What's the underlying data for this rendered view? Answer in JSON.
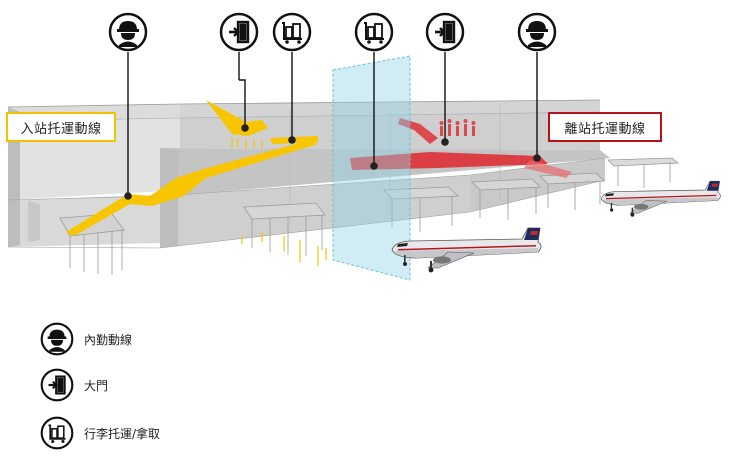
{
  "labels": {
    "arrival_flow": "入站托運動線",
    "departure_flow": "離站托運動線"
  },
  "top_icons": [
    {
      "icon": "worker-helmet-icon"
    },
    {
      "icon": "door-enter-icon"
    },
    {
      "icon": "luggage-cart-icon"
    },
    {
      "icon": "luggage-cart-icon"
    },
    {
      "icon": "door-enter-icon"
    },
    {
      "icon": "worker-helmet-icon"
    }
  ],
  "legend": [
    {
      "icon": "worker-helmet-icon",
      "text": "內勤動線"
    },
    {
      "icon": "door-enter-icon",
      "text": "大門"
    },
    {
      "icon": "luggage-cart-icon",
      "text": "行李托運/拿取"
    }
  ],
  "colors": {
    "arrival": "#f7c600",
    "departure": "#e0282d",
    "arrival_border": "#f2c200",
    "departure_border": "#b5121b",
    "glass": "#8fd3e6",
    "building_light": "#e6e6e6",
    "building_mid": "#cfcfcf",
    "building_dark": "#bdbdbd",
    "icon_stroke": "#111111"
  }
}
